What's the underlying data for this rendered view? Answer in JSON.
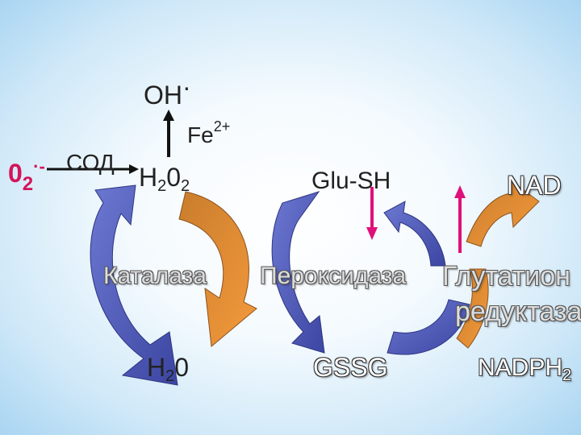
{
  "colors": {
    "blue_arrow": "#4a56b8",
    "orange_arrow": "#d8863a",
    "magenta_arrow": "#e0107a",
    "superoxide": "#d4145a"
  },
  "labels": {
    "oh_base": "OH",
    "oh_sup": "·",
    "fe_base": "Fe",
    "fe_sup": "2+",
    "superoxide_base": "0",
    "superoxide_sub": "2",
    "superoxide_sup": "·-",
    "sod": "СОД",
    "h2o2_h": "H",
    "h2o2_sub1": "2",
    "h2o2_o": "0",
    "h2o2_sub2": "2",
    "glu_sh": "Glu-SH",
    "nad": "NAD",
    "catalase": "Каталаза",
    "peroxidase": "Пероксидаза",
    "gr_line1": "Глутатион",
    "gr_line2": "редуктаза",
    "h2o_h": "H",
    "h2o_sub": "2",
    "h2o_o": "0",
    "gssg": "GSSG",
    "nadph_base": "NADPH",
    "nadph_sub": "2"
  }
}
